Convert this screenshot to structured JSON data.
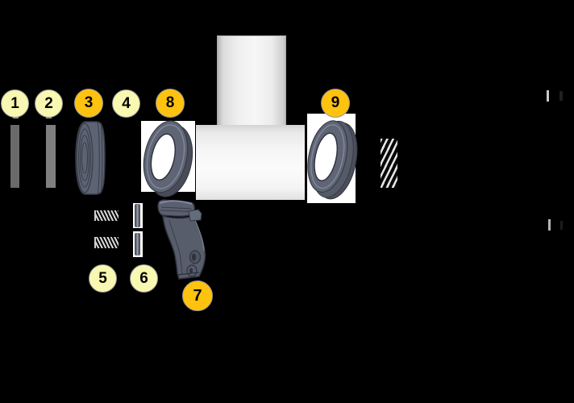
{
  "diagram": {
    "balloons": [
      {
        "label": "1",
        "variant": "pale"
      },
      {
        "label": "2",
        "variant": "pale"
      },
      {
        "label": "3",
        "variant": "gold"
      },
      {
        "label": "4",
        "variant": "pale"
      },
      {
        "label": "5",
        "variant": "pale"
      },
      {
        "label": "6",
        "variant": "pale"
      },
      {
        "label": "7",
        "variant": "gold"
      },
      {
        "label": "8",
        "variant": "gold"
      },
      {
        "label": "9",
        "variant": "gold"
      }
    ],
    "colors": {
      "background": "#000000",
      "balloon_pale": "#F8F8B2",
      "balloon_gold": "#FFC20E",
      "balloon_border": "#9a9a9a",
      "part_metal": "#5A6070",
      "part_metal_dark": "#30343E",
      "part_metal_light": "#7F8798",
      "card_white": "#FFFFFF",
      "strip_gray_1": "#6A6A6A",
      "strip_gray_2": "#7F7F7F"
    },
    "icons": {
      "part_1": "flat-strip",
      "part_2": "flat-strip",
      "part_3": "grooved-seal-stack",
      "part_5": "coil-spring",
      "part_6": "dowel-pin",
      "part_7": "lever-handle",
      "part_8": "seal-ring",
      "part_9": "flanged-seal-ring",
      "body": "tee-valve-body",
      "packing": "hatched-packing"
    }
  }
}
